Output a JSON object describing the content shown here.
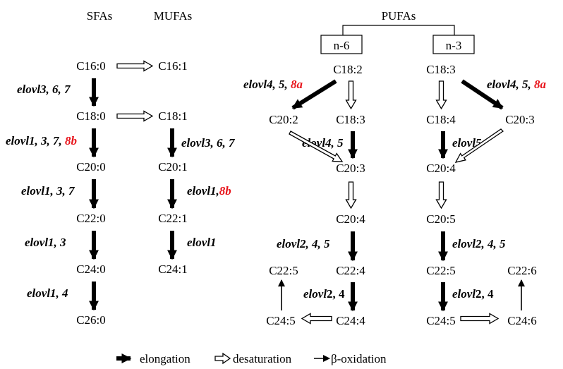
{
  "headers": {
    "sfas": "SFAs",
    "mufas": "MUFAs",
    "pufas": "PUFAs",
    "n6": "n-6",
    "n3": "n-3"
  },
  "nodes": {
    "sfa_c160": "C16:0",
    "sfa_c180": "C18:0",
    "sfa_c200": "C20:0",
    "sfa_c220": "C22:0",
    "sfa_c240": "C24:0",
    "sfa_c260": "C26:0",
    "mufa_c161": "C16:1",
    "mufa_c181": "C18:1",
    "mufa_c201": "C20:1",
    "mufa_c221": "C22:1",
    "mufa_c241": "C24:1",
    "n6_c182": "C18:2",
    "n6_c202": "C20:2",
    "n6_c183": "C18:3",
    "n6_c203": "C20:3",
    "n6_c204": "C20:4",
    "n6_c224": "C22:4",
    "n6_c225": "C22:5",
    "n6_c244": "C24:4",
    "n6_c245": "C24:5",
    "n3_c183": "C18:3",
    "n3_c184": "C18:4",
    "n3_c203": "C20:3",
    "n3_c204": "C20:4",
    "n3_c205": "C20:5",
    "n3_c225": "C22:5",
    "n3_c226": "C22:6",
    "n3_c245": "C24:5",
    "n3_c246": "C24:6"
  },
  "enzymes": {
    "sfa1": "elovl3, 6, 7",
    "sfa2_a": "elovl1, 3, 7, ",
    "sfa2_b": "8b",
    "sfa3": "elovl1, 3, 7",
    "sfa4": "elovl1, 3",
    "sfa5": "elovl1, 4",
    "mufa1": "elovl3, 6, 7",
    "mufa2_a": "elovl1,",
    "mufa2_b": "8b",
    "mufa3": "elovl1",
    "n6_a": "elovl4, 5, ",
    "n6_b": "8a",
    "n6_mid": "elovl4, 5",
    "n6_low": "elovl2, 4, 5",
    "n6_bot_a": "elovl",
    "n6_bot_b": "2, 4",
    "n3_a": "elovl4, 5, ",
    "n3_b": "8a",
    "n3_mid": "elovl5",
    "n3_low": "elovl2, 4, 5",
    "n3_bot_a": "elovl",
    "n3_bot_b": "2, 4"
  },
  "legend": {
    "elongation": "elongation",
    "desaturation": "desaturation",
    "beta_oxidation": "β-oxidation"
  },
  "colors": {
    "ink": "#000000",
    "highlight": "#e8141b"
  }
}
